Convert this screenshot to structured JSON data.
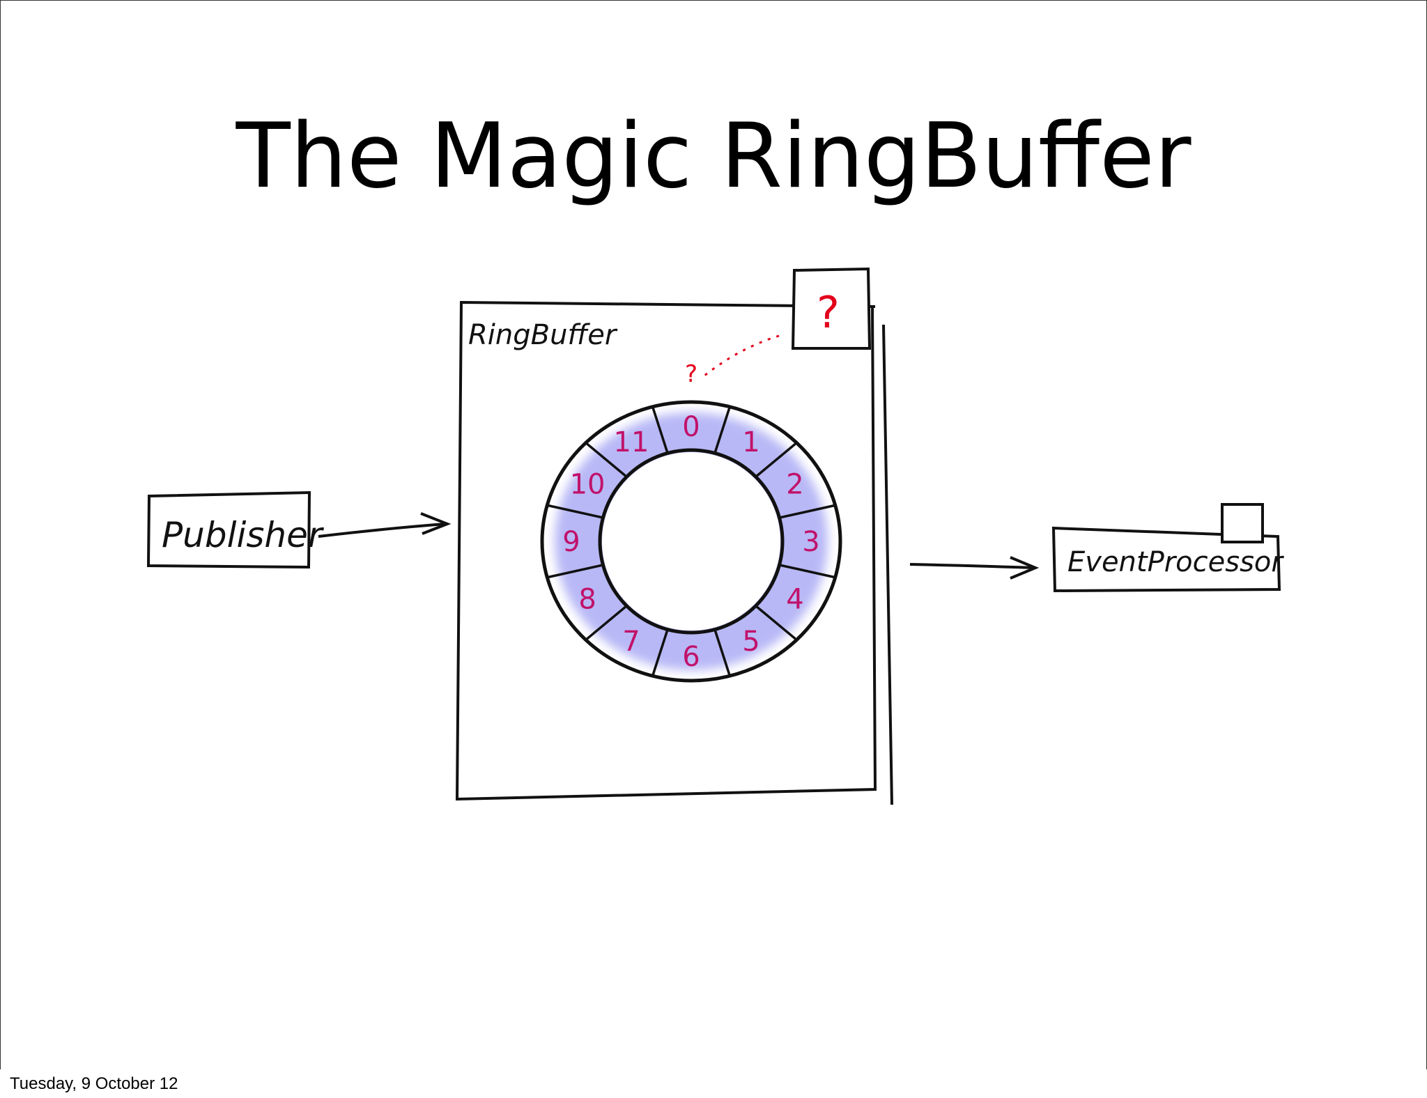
{
  "slide": {
    "title": "The Magic RingBuffer",
    "footer": "Tuesday, 9 October 12"
  },
  "diagram": {
    "publisher_label": "Publisher",
    "ringbuffer_label": "RingBuffer",
    "event_processor_label": "EventProcessor",
    "sequence_box_label": "?",
    "pointer_label": "?",
    "slots": [
      "0",
      "1",
      "2",
      "3",
      "4",
      "5",
      "6",
      "7",
      "8",
      "9",
      "10",
      "11"
    ],
    "colors": {
      "ink": "#111111",
      "slot_fill": "#7f7ff0",
      "slot_number": "#c0126a",
      "question": "#e3001b"
    }
  }
}
